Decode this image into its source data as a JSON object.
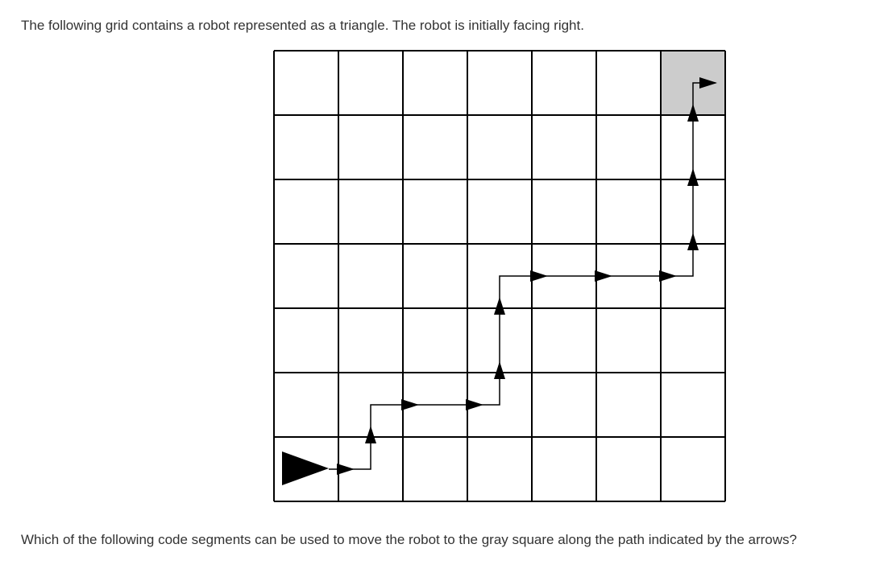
{
  "question": {
    "intro": "The following grid contains a robot represented as a triangle. The robot is initially facing right.",
    "prompt": "Which of the following code segments can be used to move the robot to the gray square along the path indicated by the arrows?"
  },
  "grid": {
    "rows": 7,
    "cols": 7,
    "robot": {
      "row": 7,
      "col": 1,
      "facing": "right"
    },
    "target": {
      "row": 1,
      "col": 7
    },
    "path": [
      {
        "row": 7,
        "col": 1
      },
      {
        "row": 7,
        "col": 2
      },
      {
        "row": 6,
        "col": 2
      },
      {
        "row": 6,
        "col": 3
      },
      {
        "row": 6,
        "col": 4
      },
      {
        "row": 5,
        "col": 4
      },
      {
        "row": 4,
        "col": 4
      },
      {
        "row": 4,
        "col": 5
      },
      {
        "row": 4,
        "col": 6
      },
      {
        "row": 4,
        "col": 7
      },
      {
        "row": 3,
        "col": 7
      },
      {
        "row": 2,
        "col": 7
      },
      {
        "row": 1,
        "col": 7
      }
    ],
    "final_facing": "right",
    "colors": {
      "target_fill": "#cccccc",
      "line": "#000000",
      "robot": "#000000"
    }
  }
}
